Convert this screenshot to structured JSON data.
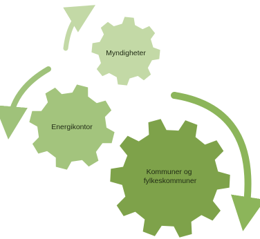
{
  "gears": [
    {
      "id": "myndigheter",
      "label_lines": [
        "Myndigheter"
      ],
      "color": "#c3d9a6"
    },
    {
      "id": "energikontor",
      "label_lines": [
        "Energikontor"
      ],
      "color": "#a3c47d"
    },
    {
      "id": "kommuner",
      "label_lines": [
        "Kommuner og",
        "fylkeskommuner"
      ],
      "color": "#7ea24a"
    }
  ],
  "arrows": [
    {
      "id": "top-left-arrow",
      "color": "#c3d9a6"
    },
    {
      "id": "mid-left-arrow",
      "color": "#9fc27a"
    },
    {
      "id": "right-arrow",
      "color": "#8cb55a"
    }
  ]
}
